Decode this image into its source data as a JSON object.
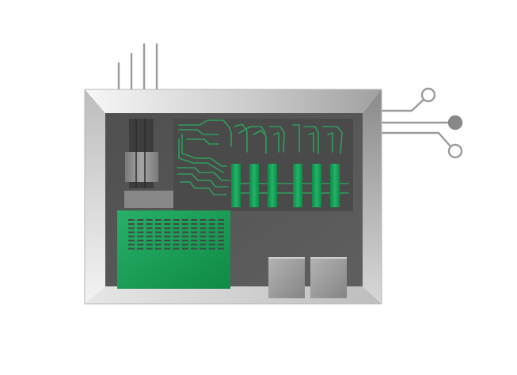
{
  "illustration": {
    "subject": "circuit-board-enclosure",
    "colors": {
      "frame_light": "#f2f2f2",
      "frame_dark": "#8c8c8c",
      "interior": "#5a5a5a",
      "board_panel": "#4a4a4a",
      "trace": "#2e9e5b",
      "module_green": "#1fa463",
      "module_green_dark": "#0d7d3e",
      "chip_gray": "#9a9a9a",
      "lead_line": "#9b9b9b"
    },
    "top_leads": 4,
    "side_terminals": [
      "open-circle",
      "filled-circle",
      "open-circle"
    ],
    "memory_slots": 6,
    "vent_rows": 8,
    "chips": 2
  }
}
